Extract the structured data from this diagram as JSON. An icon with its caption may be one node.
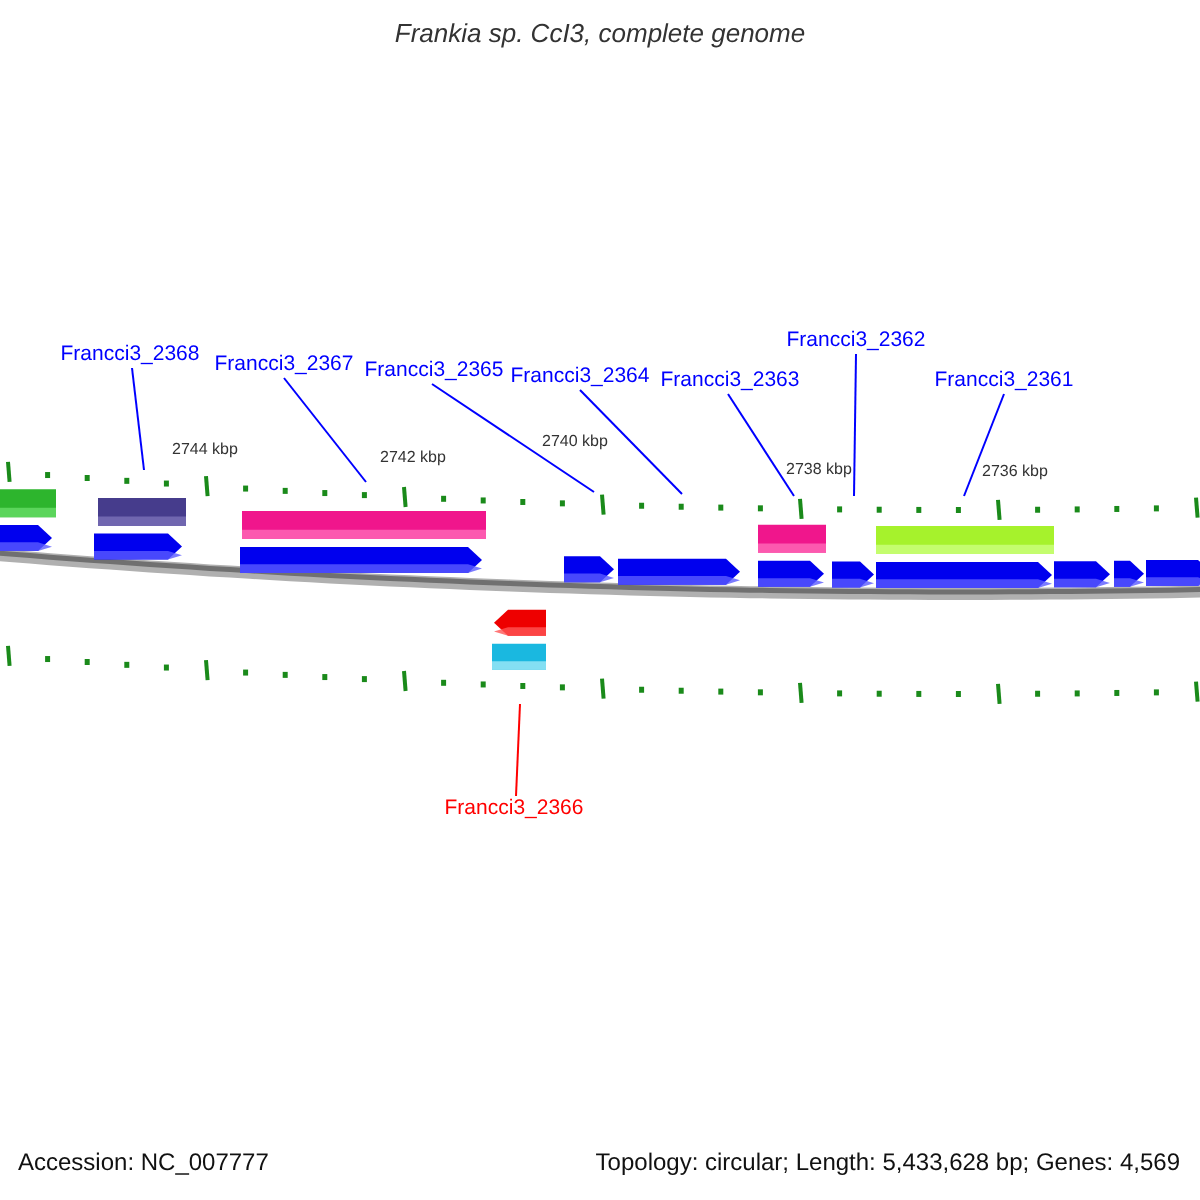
{
  "diagram": {
    "title": "Frankia sp. CcI3, complete genome",
    "nodes": [
      {
        "text": [
          "Francci3_2368"
        ]
      },
      {
        "text": [
          "Francci3_2367"
        ]
      },
      {
        "text": [
          "Francci3_2365"
        ]
      },
      {
        "text": [
          "Francci3_2364"
        ]
      },
      {
        "text": [
          "Francci3_2363"
        ]
      },
      {
        "text": [
          "Francci3_2362"
        ]
      },
      {
        "text": [
          "Francci3_2361"
        ]
      },
      {
        "text": [
          "Francci3_2366"
        ]
      }
    ],
    "edges": [
      {
        "from": 0,
        "to": null,
        "arrow": "none"
      },
      {
        "from": 1,
        "to": null,
        "arrow": "none"
      },
      {
        "from": 2,
        "to": null,
        "arrow": "none"
      },
      {
        "from": 3,
        "to": null,
        "arrow": "none"
      },
      {
        "from": 4,
        "to": null,
        "arrow": "none"
      },
      {
        "from": 5,
        "to": null,
        "arrow": "none"
      },
      {
        "from": 6,
        "to": null,
        "arrow": "none"
      },
      {
        "from": 7,
        "to": null,
        "arrow": "none",
        "color": "#ff0000"
      }
    ],
    "labels": [
      "2744 kbp",
      "2742 kbp",
      "2740 kbp",
      "2738 kbp",
      "2736 kbp",
      "Accession: NC_007777",
      "Topology: circular; Length: 5,433,628 bp; Genes: 4,569"
    ]
  }
}
